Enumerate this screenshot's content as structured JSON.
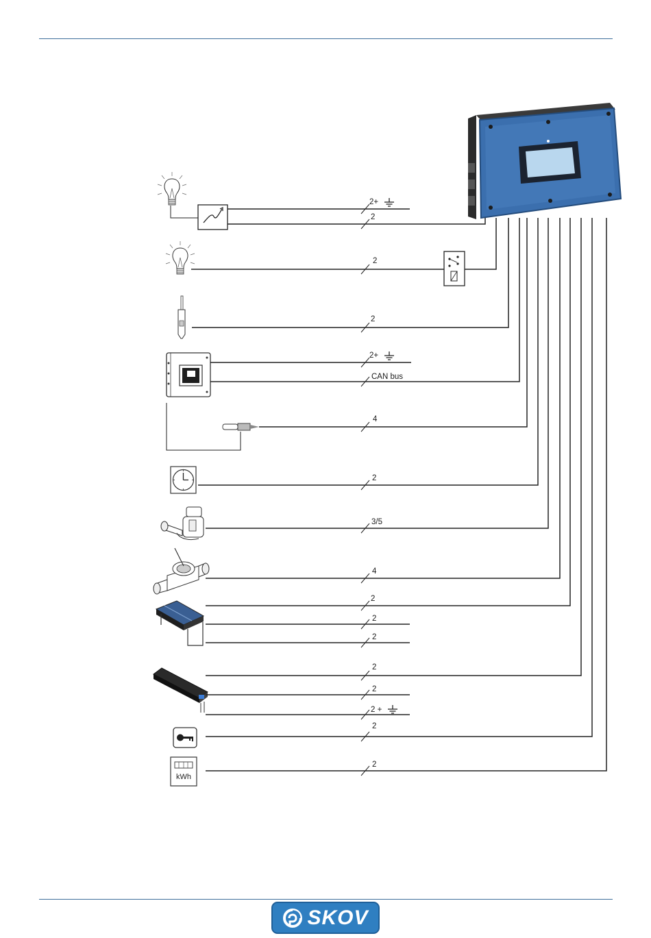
{
  "labels": {
    "lamp_dimmer_a": "2+",
    "lamp_dimmer_b": "2",
    "lamp_relay": "2",
    "sensor": "2",
    "panel_power": "2+",
    "panel_can": "CAN bus",
    "panel_sensor": "4",
    "clock": "2",
    "valve": "3/5",
    "water_meter": "4",
    "box_a": "2",
    "box_b": "2",
    "box_c": "2",
    "bar_a": "2",
    "bar_b": "2",
    "bar_c": "2 +",
    "key": "2",
    "kwh": "2"
  },
  "kwh_meter_text": "kWh",
  "logo_text": "SKOV",
  "icons": [
    "lightbulb-icon",
    "dimmer-icon",
    "relay-icon",
    "sensor-probe-icon",
    "display-panel-icon",
    "clock-icon",
    "valve-icon",
    "water-meter-icon",
    "module-box-icon",
    "rail-module-icon",
    "key-icon",
    "kwh-meter-icon",
    "ground-icon",
    "controller-unit"
  ]
}
